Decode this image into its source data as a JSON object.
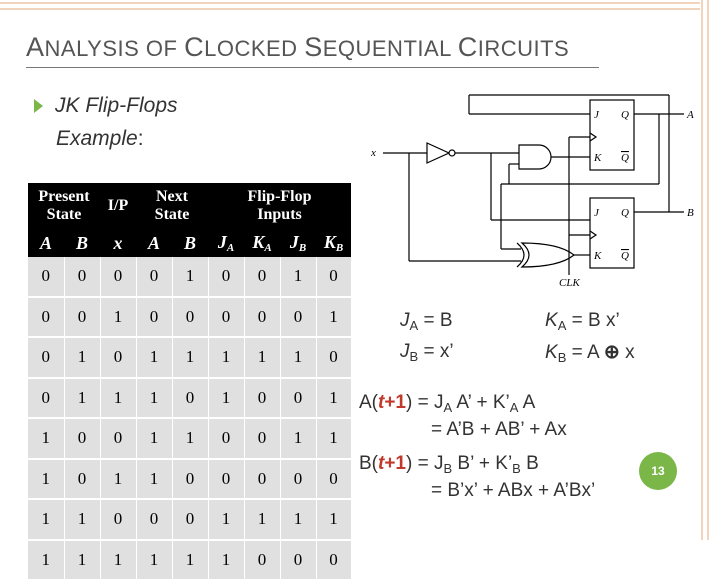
{
  "slide": {
    "title_parts": [
      "A",
      "NALYSIS OF ",
      "C",
      "LOCKED ",
      "S",
      "EQUENTIAL ",
      "C",
      "IRCUITS"
    ],
    "bullet": "JK Flip-Flops",
    "example_label": "Example",
    "example_colon": ":",
    "page_number": "13"
  },
  "table": {
    "headers": {
      "present": [
        "Present",
        "State"
      ],
      "input": "I/P",
      "next": [
        "Next",
        "State"
      ],
      "ff": [
        "Flip-Flop",
        "Inputs"
      ]
    },
    "subheaders": [
      "A",
      "B",
      "x",
      "A",
      "B",
      "J",
      "A",
      "K",
      "A",
      "J",
      "B",
      "K",
      "B"
    ],
    "rows": [
      [
        "0",
        "0",
        "0",
        "0",
        "1",
        "0",
        "0",
        "1",
        "0"
      ],
      [
        "0",
        "0",
        "1",
        "0",
        "0",
        "0",
        "0",
        "0",
        "1"
      ],
      [
        "0",
        "1",
        "0",
        "1",
        "1",
        "1",
        "1",
        "1",
        "0"
      ],
      [
        "0",
        "1",
        "1",
        "1",
        "0",
        "1",
        "0",
        "0",
        "1"
      ],
      [
        "1",
        "0",
        "0",
        "1",
        "1",
        "0",
        "0",
        "1",
        "1"
      ],
      [
        "1",
        "0",
        "1",
        "1",
        "0",
        "0",
        "0",
        "0",
        "0"
      ],
      [
        "1",
        "1",
        "0",
        "0",
        "0",
        "1",
        "1",
        "1",
        "1"
      ],
      [
        "1",
        "1",
        "1",
        "1",
        "1",
        "1",
        "0",
        "0",
        "0"
      ]
    ]
  },
  "circuit": {
    "labels": [
      "J",
      "Q",
      "K",
      "Q",
      "J",
      "Q",
      "K",
      "Q",
      "x",
      "A",
      "B",
      "CLK"
    ]
  },
  "equations": {
    "ja": [
      "J",
      "A",
      " = B"
    ],
    "jb": [
      "J",
      "B",
      " = x’"
    ],
    "ka": [
      "K",
      "A",
      " = B x’"
    ],
    "kb": [
      "K",
      "B",
      " = A ",
      "⊕",
      " x"
    ],
    "at1": [
      "A(",
      "t",
      "+1",
      ") = J",
      "A",
      " A’ + K’",
      "A",
      " A"
    ],
    "at2": "= A’B + AB’ + Ax",
    "bt1": [
      "B(",
      "t",
      "+1",
      ") = J",
      "B",
      " B’ + K’",
      "B",
      " B"
    ],
    "bt2": "= B’x’ + ABx + A’Bx’"
  },
  "colors": {
    "accent": "#7ab648",
    "red": "#c0392b",
    "frame": "#e6a77a"
  }
}
